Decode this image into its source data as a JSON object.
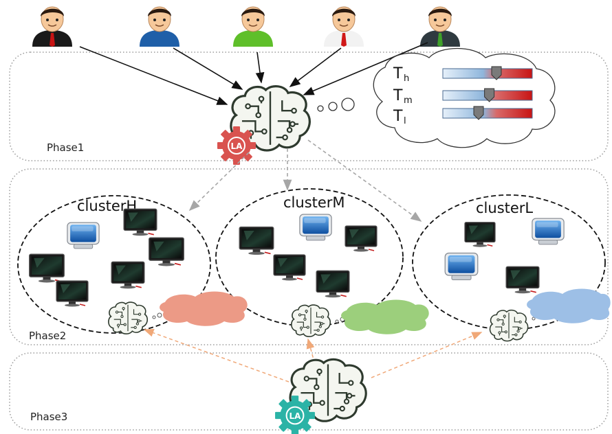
{
  "phases": {
    "phase1_label": "Phase1",
    "phase2_label": "Phase2",
    "phase3_label": "Phase3"
  },
  "clusters": {
    "high_label": "clusterH",
    "medium_label": "clusterM",
    "low_label": "clusterL"
  },
  "thresholds": [
    {
      "letter": "T",
      "sub": "h",
      "level": 0.6
    },
    {
      "letter": "T",
      "sub": "m",
      "level": 0.52
    },
    {
      "letter": "T",
      "sub": "l",
      "level": 0.4
    }
  ],
  "learning_automata": {
    "top_label": "LA",
    "bottom_label": "LA"
  },
  "users": [
    {
      "icon": "user-icon",
      "shirt": "#c81414",
      "tie": "#111111"
    },
    {
      "icon": "user-icon",
      "shirt": "#1f5fa8",
      "tie": "#1f5fa8"
    },
    {
      "icon": "user-icon",
      "shirt": "#5fbf2a",
      "tie": "#5fbf2a"
    },
    {
      "icon": "user-icon",
      "shirt": "#ffffff",
      "tie": "#d01818"
    },
    {
      "icon": "user-icon",
      "shirt": "#2f3a40",
      "tie": "#3fa12a"
    }
  ],
  "colors": {
    "gear_top": "#d9534f",
    "gear_bottom": "#2bb3a6",
    "cloud_h": "#ec9a86",
    "cloud_m": "#9ccf7c",
    "cloud_l": "#9dbfe6",
    "dashed_gray": "#a6a6a6",
    "dashed_orange": "#f0a878"
  }
}
